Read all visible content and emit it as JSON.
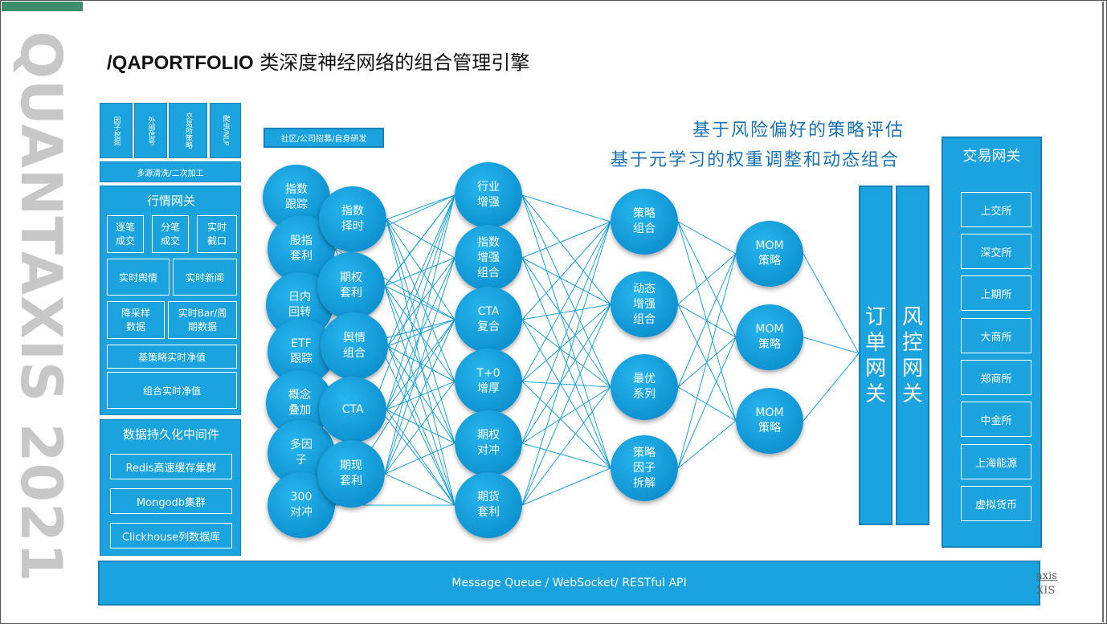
{
  "brand_vertical": "QUANTAXIS 2021",
  "title_bold": "/QAPORTFOLIO",
  "title_rest": " 类深度神经网络的组合管理引擎",
  "sources": [
    "因子挖掘",
    "外部信号",
    "交易所策略",
    "爬虫/NLP"
  ],
  "processing": "多源清洗/二次加工",
  "market_gateway": {
    "title": "行情网关",
    "items": [
      "逐笔成交",
      "分笔成交",
      "实时截口",
      "实时舆情",
      "实时新闻",
      "降采样数据",
      "实时Bar/周期数据",
      "基策略实时净值",
      "组合实时净值"
    ]
  },
  "persistence": {
    "title": "数据持久化中间件",
    "items": [
      "Redis高速缓存集群",
      "Mongodb集群",
      "Clickhouse列数据库"
    ]
  },
  "community_tag": "社区/公司招募/自身研发",
  "headline_1": "基于风险偏好的策略评估",
  "headline_2": "基于元学习的权重调整和动态组合",
  "layer1": [
    "指数\n跟踪",
    "股指\n套利",
    "日内\n回转",
    "ETF\n跟踪",
    "概念\n叠加",
    "多因\n子",
    "300\n对冲"
  ],
  "layer1b": [
    "指数\n择时",
    "期权\n套利",
    "舆情\n组合",
    "CTA",
    "期现\n套利"
  ],
  "layer2": [
    "行业\n增强",
    "指数\n增强\n组合",
    "CTA\n复合",
    "T+0\n增厚",
    "期权\n对冲",
    "期货\n套利"
  ],
  "layer3": [
    "策略\n组合",
    "动态\n增强\n组合",
    "最优\n系列",
    "策略\n因子\n拆解"
  ],
  "layer4": [
    "MOM\n策略",
    "MOM\n策略",
    "MOM\n策略"
  ],
  "order_gateway": "订\n单\n网\n关",
  "risk_gateway": "风\n控\n网\n关",
  "exchange_gateway": {
    "title": "交易网关",
    "items": [
      "上交所",
      "深交所",
      "上期所",
      "大商所",
      "郑商所",
      "中金所",
      "上海能源",
      "虚拟货币"
    ]
  },
  "bus": "Message Queue / WebSocket/ RESTful API",
  "footer_brand_1": "axis",
  "footer_brand_2": "XIS",
  "colors": {
    "accent": "#1aa3de",
    "heading": "#1a73b5",
    "link": "#1aa3de"
  }
}
